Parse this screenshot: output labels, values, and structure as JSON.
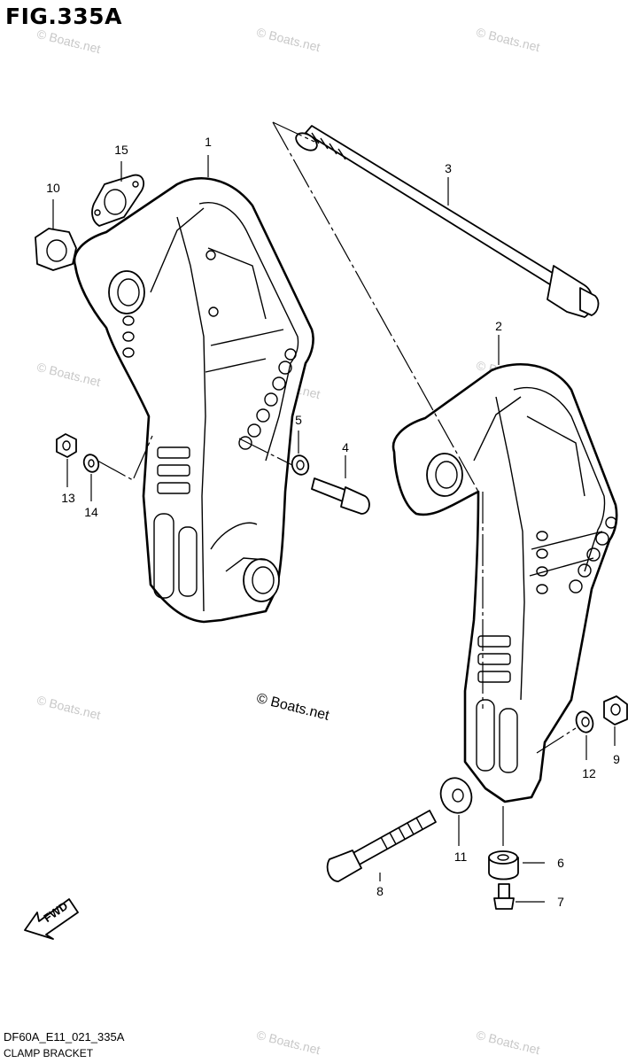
{
  "figure": {
    "title": "FIG.335A",
    "code": "DF60A_E11_021_335A",
    "name": "CLAMP BRACKET"
  },
  "watermark": {
    "text": "© Boats.net"
  },
  "direction_badge": {
    "label": "FWD"
  },
  "callouts": [
    {
      "id": "1",
      "label": "1"
    },
    {
      "id": "2",
      "label": "2"
    },
    {
      "id": "3",
      "label": "3"
    },
    {
      "id": "4",
      "label": "4"
    },
    {
      "id": "5",
      "label": "5"
    },
    {
      "id": "6",
      "label": "6"
    },
    {
      "id": "7",
      "label": "7"
    },
    {
      "id": "8",
      "label": "8"
    },
    {
      "id": "9",
      "label": "9"
    },
    {
      "id": "10",
      "label": "10"
    },
    {
      "id": "11",
      "label": "11"
    },
    {
      "id": "12",
      "label": "12"
    },
    {
      "id": "13",
      "label": "13"
    },
    {
      "id": "14",
      "label": "14"
    },
    {
      "id": "15",
      "label": "15"
    }
  ]
}
